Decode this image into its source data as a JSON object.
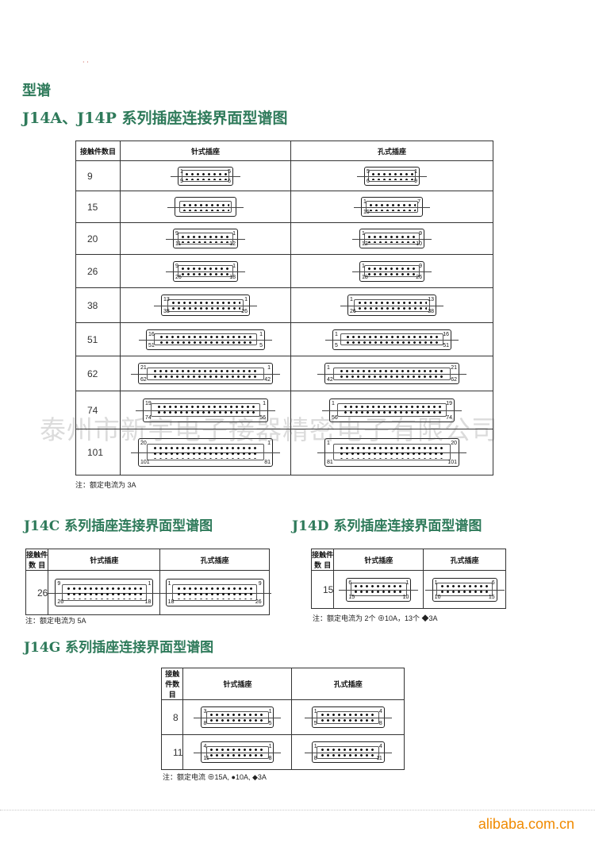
{
  "heading": {
    "kicker": "型谱",
    "title_a": "J14A、J14P 系列插座连接界面型谱图",
    "title_c": "J14C 系列插座连接界面型谱图",
    "title_d": "J14D 系列插座连接界面型谱图",
    "title_g": "J14G 系列插座连接界面型谱图"
  },
  "table_a": {
    "headers": [
      "接触件数目",
      "针式插座",
      "孔式插座"
    ],
    "rows": [
      {
        "count": "9",
        "pin": [
          "1",
          "5",
          "9",
          "6"
        ],
        "socket": [
          "5",
          "1",
          "6",
          "9"
        ]
      },
      {
        "count": "15",
        "pin": [
          "",
          "",
          "",
          ""
        ],
        "socket": [
          "1",
          "7",
          "15",
          ""
        ]
      },
      {
        "count": "20",
        "pin": [
          "9",
          "1",
          "11",
          "12"
        ],
        "socket": [
          "1",
          "9",
          "12",
          "10"
        ]
      },
      {
        "count": "26",
        "pin": [
          "9",
          "1",
          "26",
          "18"
        ],
        "socket": [
          "1",
          "9",
          "18",
          "26"
        ]
      },
      {
        "count": "38",
        "pin": [
          "13",
          "1",
          "38",
          "26"
        ],
        "socket": [
          "1",
          "13",
          "26",
          "38"
        ]
      },
      {
        "count": "51",
        "pin": [
          "16",
          "1",
          "51",
          "5"
        ],
        "socket": [
          "1",
          "16",
          "5",
          "51"
        ]
      },
      {
        "count": "62",
        "pin": [
          "21",
          "1",
          "62",
          "42"
        ],
        "socket": [
          "1",
          "21",
          "42",
          "62"
        ]
      },
      {
        "count": "74",
        "pin": [
          "19",
          "1",
          "74",
          "56"
        ],
        "socket": [
          "1",
          "19",
          "56",
          "74"
        ]
      },
      {
        "count": "101",
        "pin": [
          "20",
          "1",
          "101",
          "81"
        ],
        "socket": [
          "1",
          "20",
          "81",
          "101"
        ]
      }
    ],
    "note": "注：额定电流为 3A"
  },
  "table_c": {
    "headers": [
      "接触件数 目",
      "针式插座",
      "孔式插座"
    ],
    "rows": [
      {
        "count": "26",
        "pin": [
          "9",
          "1",
          "26",
          "18"
        ],
        "socket": [
          "1",
          "9",
          "18",
          "26"
        ]
      }
    ],
    "note": "注：额定电流为 5A"
  },
  "table_d": {
    "headers": [
      "接触件数 目",
      "针式插座",
      "孔式插座"
    ],
    "rows": [
      {
        "count": "15",
        "pin": [
          "6",
          "1",
          "15",
          "10"
        ],
        "socket": [
          "1",
          "6",
          "10",
          "15"
        ]
      }
    ],
    "note": "注：额定电流为 2个 ⊕10A，13个 ◆3A"
  },
  "table_g": {
    "headers": [
      "接触件数 目",
      "针式插座",
      "孔式插座"
    ],
    "rows": [
      {
        "count": "8",
        "pin": [
          "3",
          "1",
          "8",
          "5"
        ],
        "socket": [
          "1",
          "4",
          "5",
          "8"
        ]
      },
      {
        "count": "11",
        "pin": [
          "4",
          "1",
          "11",
          "8"
        ],
        "socket": [
          "1",
          "4",
          "8",
          "11"
        ]
      }
    ],
    "note": "注：额定电流 ⊕15A, ●10A, ◆3A"
  },
  "watermark": "泰州市新宇电子接器精密电子有限公司",
  "footer": "alibaba.com.cn"
}
